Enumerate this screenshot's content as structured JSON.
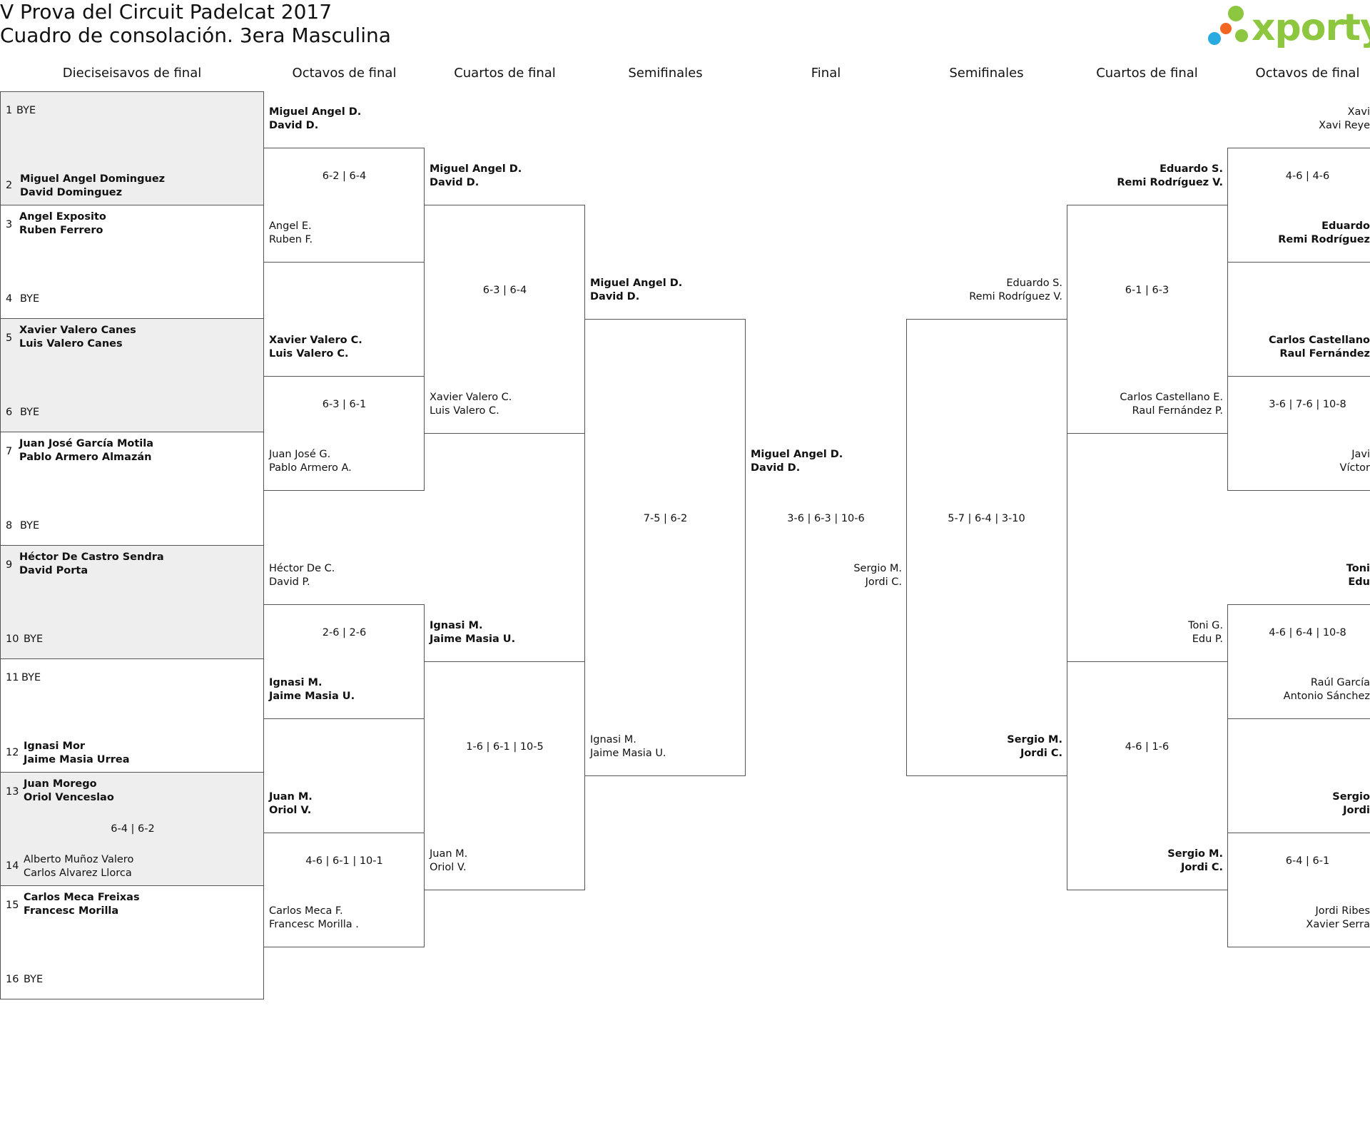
{
  "header": {
    "title_line1": "V Prova del Circuit Padelcat 2017",
    "title_line2": "Cuadro de consolación. 3era Masculina",
    "logo_text": "xporty",
    "logo_colors": {
      "green": "#8dc63f",
      "orange": "#f26522",
      "blue": "#29abe2"
    }
  },
  "rounds": {
    "r32": "Dieciseisavos de final",
    "r16": "Octavos de final",
    "qf": "Cuartos de final",
    "sf": "Semifinales",
    "f": "Final",
    "sf_r": "Semifinales",
    "qf_r": "Cuartos de final",
    "r16_r": "Octavos de final"
  },
  "r32": [
    {
      "num": "1",
      "name": "BYE"
    },
    {
      "num": "2",
      "name": "Miguel Angel Dominguez",
      "name2": "David Dominguez"
    },
    {
      "num": "3",
      "name": "Angel Exposito",
      "name2": "Ruben Ferrero"
    },
    {
      "num": "4",
      "name": "BYE"
    },
    {
      "num": "5",
      "name": "Xavier Valero Canes",
      "name2": "Luis Valero Canes"
    },
    {
      "num": "6",
      "name": "BYE"
    },
    {
      "num": "7",
      "name": "Juan José García Motila",
      "name2": "Pablo Armero Almazán"
    },
    {
      "num": "8",
      "name": "BYE"
    },
    {
      "num": "9",
      "name": "Héctor De Castro Sendra",
      "name2": "David Porta"
    },
    {
      "num": "10",
      "name": "BYE"
    },
    {
      "num": "11",
      "name": "BYE"
    },
    {
      "num": "12",
      "name": "Ignasi Mor",
      "name2": "Jaime Masia Urrea"
    },
    {
      "num": "13",
      "name": "Juan Morego",
      "name2": "Oriol Venceslao"
    },
    {
      "num": "14",
      "name": "Alberto Muñoz Valero",
      "name2": "Carlos Alvarez Llorca"
    },
    {
      "num": "15",
      "name": "Carlos Meca Freixas",
      "name2": "Francesc Morilla"
    },
    {
      "num": "16",
      "name": "BYE"
    }
  ],
  "r32_scores": {
    "m7": "6-4 | 6-2"
  },
  "r16": [
    {
      "a": "Miguel Angel D.",
      "b": "David D."
    },
    {
      "a": "Angel E.",
      "b": "Ruben F."
    },
    {
      "a": "Xavier Valero C.",
      "b": "Luis Valero C."
    },
    {
      "a": "Juan José G.",
      "b": "Pablo Armero A."
    },
    {
      "a": "Héctor De C.",
      "b": "David P."
    },
    {
      "a": "Ignasi M.",
      "b": "Jaime Masia U."
    },
    {
      "a": "Juan M.",
      "b": "Oriol V."
    },
    {
      "a": "Carlos Meca F.",
      "b": "Francesc Morilla ."
    }
  ],
  "r16_scores": [
    "6-2 | 6-4",
    "6-3 | 6-1",
    "2-6 | 2-6",
    "4-6 | 6-1 | 10-1"
  ],
  "qf": [
    {
      "a": "Miguel Angel D.",
      "b": "David D."
    },
    {
      "a": "Xavier Valero C.",
      "b": "Luis Valero C."
    },
    {
      "a": "Ignasi M.",
      "b": "Jaime Masia U."
    },
    {
      "a": "Juan M.",
      "b": "Oriol V."
    }
  ],
  "qf_scores": [
    "6-3 | 6-4",
    "1-6 | 6-1 | 10-5"
  ],
  "sf": [
    {
      "a": "Miguel Angel D.",
      "b": "David D."
    },
    {
      "a": "Ignasi M.",
      "b": "Jaime Masia U."
    }
  ],
  "sf_score": "7-5 | 6-2",
  "final": {
    "left_a": "Miguel Angel D.",
    "left_b": "David D.",
    "score": "3-6 | 6-3 | 10-6",
    "right_a": "Sergio M.",
    "right_b": "Jordi C."
  },
  "sf_r_score": "5-7 | 6-4 | 3-10",
  "sf_r": [
    {
      "a": "Eduardo S.",
      "b": "Remi Rodríguez V."
    },
    {
      "a": "Sergio M.",
      "b": "Jordi C."
    }
  ],
  "qf_r_scores": [
    "6-1 | 6-3",
    "4-6 | 1-6"
  ],
  "qf_r": [
    {
      "a": "Eduardo S.",
      "b": "Remi Rodríguez V."
    },
    {
      "a": "Carlos Castellano E.",
      "b": "Raul Fernández P."
    },
    {
      "a": "Toni G.",
      "b": "Edu P."
    },
    {
      "a": "Sergio M.",
      "b": "Jordi C."
    }
  ],
  "r16_r_scores": [
    "4-6 | 4-6",
    "3-6 | 7-6 | 10-8",
    "4-6 | 6-4 | 10-8",
    "6-4 | 6-1"
  ],
  "r16_r": [
    {
      "a": "Xavi",
      "b": "Xavi Reye"
    },
    {
      "a": "Eduardo",
      "b": "Remi Rodríguez"
    },
    {
      "a": "Carlos Castellano",
      "b": "Raul Fernández"
    },
    {
      "a": "Javi",
      "b": "Víctor"
    },
    {
      "a": "Toni",
      "b": "Edu"
    },
    {
      "a": "Raúl García",
      "b": "Antonio Sánchez"
    },
    {
      "a": "Sergio",
      "b": "Jordi"
    },
    {
      "a": "Jordi Ribes",
      "b": "Xavier Serra"
    }
  ]
}
